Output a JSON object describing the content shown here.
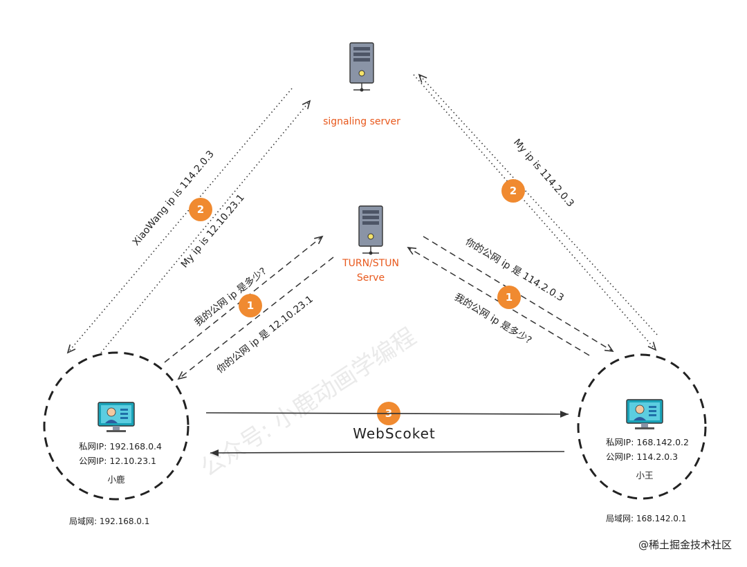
{
  "signaling_server": {
    "label": "signaling server",
    "icon": "server-icon"
  },
  "turn_stun_server": {
    "label_line1": "TURN/STUN",
    "label_line2": "Serve",
    "icon": "server-icon"
  },
  "left_peer": {
    "name": "小鹿",
    "private_ip": "私网IP: 192.168.0.4",
    "public_ip": "公网IP: 12.10.23.1",
    "lan": "局域网: 192.168.0.1",
    "icon": "computer-user-icon"
  },
  "right_peer": {
    "name": "小王",
    "private_ip": "私网IP: 168.142.0.2",
    "public_ip": "公网IP: 114.2.0.3",
    "lan": "局域网: 168.142.0.1",
    "icon": "computer-user-icon"
  },
  "steps": {
    "left_stun_request": "我的公网 ip 是多少?",
    "left_stun_response": "你的公网 ip 是 12.10.23.1",
    "right_stun_response": "你的公网 ip 是 114.2.0.3",
    "right_stun_request": "我的公网 ip 是多少?",
    "left_signal_send": "My ip is 12.10.23.1",
    "left_signal_receive": "XiaoWang ip is 114.2.0.3",
    "right_signal_send": "My ip is 114.2.0.3",
    "websocket": "WebScoket"
  },
  "badges": {
    "stun": "1",
    "signaling": "2",
    "websocket": "3"
  },
  "watermark": "公众号: 小鹿动画学编程",
  "footer_credit": "@稀土掘金技术社区",
  "colors": {
    "accent": "#e8581c",
    "badge": "#f08a30"
  }
}
